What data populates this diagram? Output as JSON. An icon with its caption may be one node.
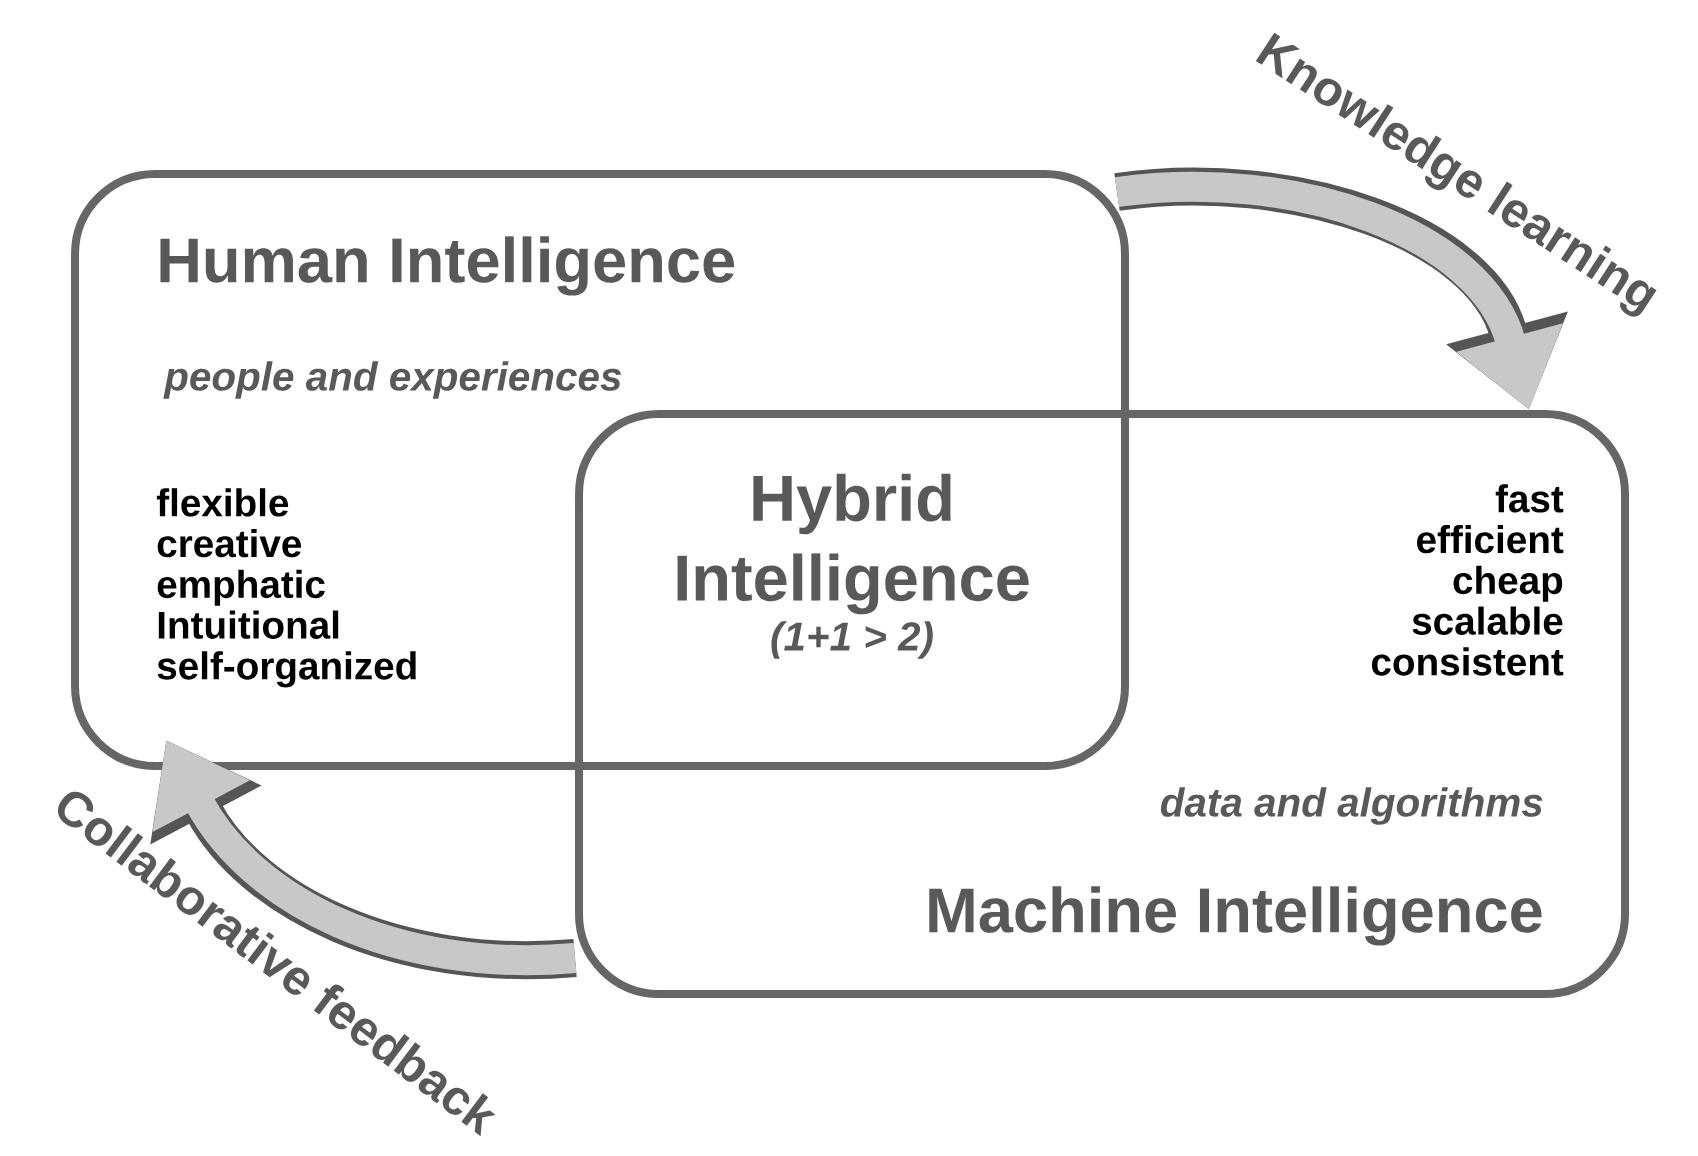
{
  "diagram": {
    "nodes": [
      {
        "text": [
          "Human Intelligence",
          "people and experiences",
          "flexible creative emphatic Intuitional self-organized"
        ]
      },
      {
        "text": [
          "fast efficient cheap scalable consistent",
          "data and algorithms",
          "Machine Intelligence"
        ]
      },
      {
        "text": [
          "Hybrid Intelligence",
          "(1+1 > 2)"
        ]
      }
    ],
    "edges": [
      {
        "from": 0,
        "to": 1,
        "arrow": "to",
        "label": "Knowledge learning"
      },
      {
        "from": 1,
        "to": 0,
        "arrow": "to",
        "label": "Collaborative feedback"
      }
    ]
  }
}
